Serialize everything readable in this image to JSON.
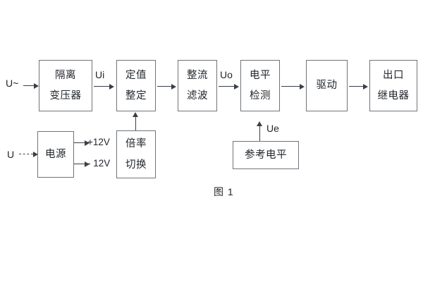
{
  "figure": {
    "caption": "图 1",
    "background_color": "#ffffff",
    "box_border_color": "#6f7479",
    "line_color": "#3a3f45",
    "text_color": "#22262b"
  },
  "blocks": [
    {
      "id": "isolation-transformer",
      "lines": [
        "隔离",
        "变压器"
      ]
    },
    {
      "id": "setpoint-setting",
      "lines": [
        "定值",
        "整定"
      ]
    },
    {
      "id": "rectify-filter",
      "lines": [
        "整流",
        "滤波"
      ]
    },
    {
      "id": "level-detection",
      "lines": [
        "电平",
        "检测"
      ]
    },
    {
      "id": "drive",
      "lines": [
        "驱动"
      ]
    },
    {
      "id": "output-relay",
      "lines": [
        "出口",
        "继电器"
      ]
    },
    {
      "id": "power-supply",
      "lines": [
        "电源"
      ]
    },
    {
      "id": "ratio-switching",
      "lines": [
        "倍率",
        "切换"
      ]
    },
    {
      "id": "reference-level",
      "lines": [
        "参考电平"
      ]
    }
  ],
  "signals": {
    "input_ac": "U~",
    "input_dc": "U",
    "ui": "Ui",
    "uo": "Uo",
    "ue": "Ue",
    "rail_positive": "+12V",
    "rail_negative": "- 12V"
  }
}
